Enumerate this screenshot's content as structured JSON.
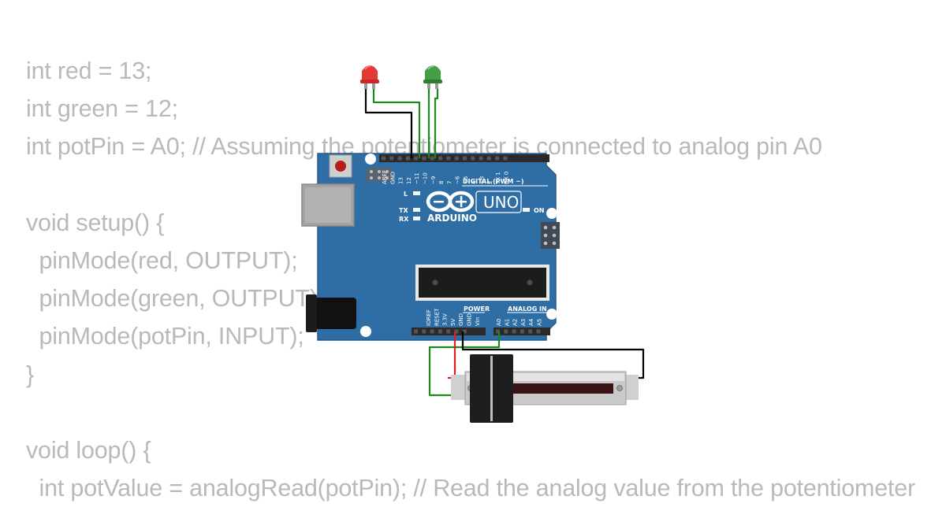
{
  "code": {
    "lines": [
      "int red = 13;",
      "int green = 12;",
      "int potPin = A0; // Assuming the potentiometer is connected to analog pin A0",
      "",
      "void setup() {",
      "  pinMode(red, OUTPUT);",
      "  pinMode(green, OUTPUT);",
      "  pinMode(potPin, INPUT);",
      "}",
      "",
      "void loop() {",
      "  int potValue = analogRead(potPin); // Read the analog value from the potentiometer"
    ]
  },
  "board": {
    "brand": "ARDUINO",
    "model": "UNO",
    "digital_header": "DIGITAL (PWM ~)",
    "power_header": "POWER",
    "analog_header": "ANALOG IN",
    "led_l": "L",
    "led_tx": "TX",
    "led_rx": "RX",
    "on_label": "ON",
    "digital_pins": [
      "AREF",
      "GND",
      "13",
      "12",
      "~11",
      "~10",
      "~9",
      "8",
      "7",
      "~6",
      "~5",
      "4",
      "~3",
      "2",
      "TX 1",
      "RX 0"
    ],
    "power_pins": [
      "IOREF",
      "RESET",
      "3.3V",
      "5V",
      "GND",
      "GND",
      "Vin"
    ],
    "analog_pins": [
      "A0",
      "A1",
      "A2",
      "A3",
      "A4",
      "A5"
    ]
  },
  "components": {
    "led_red_color": "#e53935",
    "led_green_color": "#43a047",
    "board_color": "#2f6ea5",
    "wire_black": "#000000",
    "wire_green": "#1a8a1a",
    "wire_red": "#e02020"
  }
}
